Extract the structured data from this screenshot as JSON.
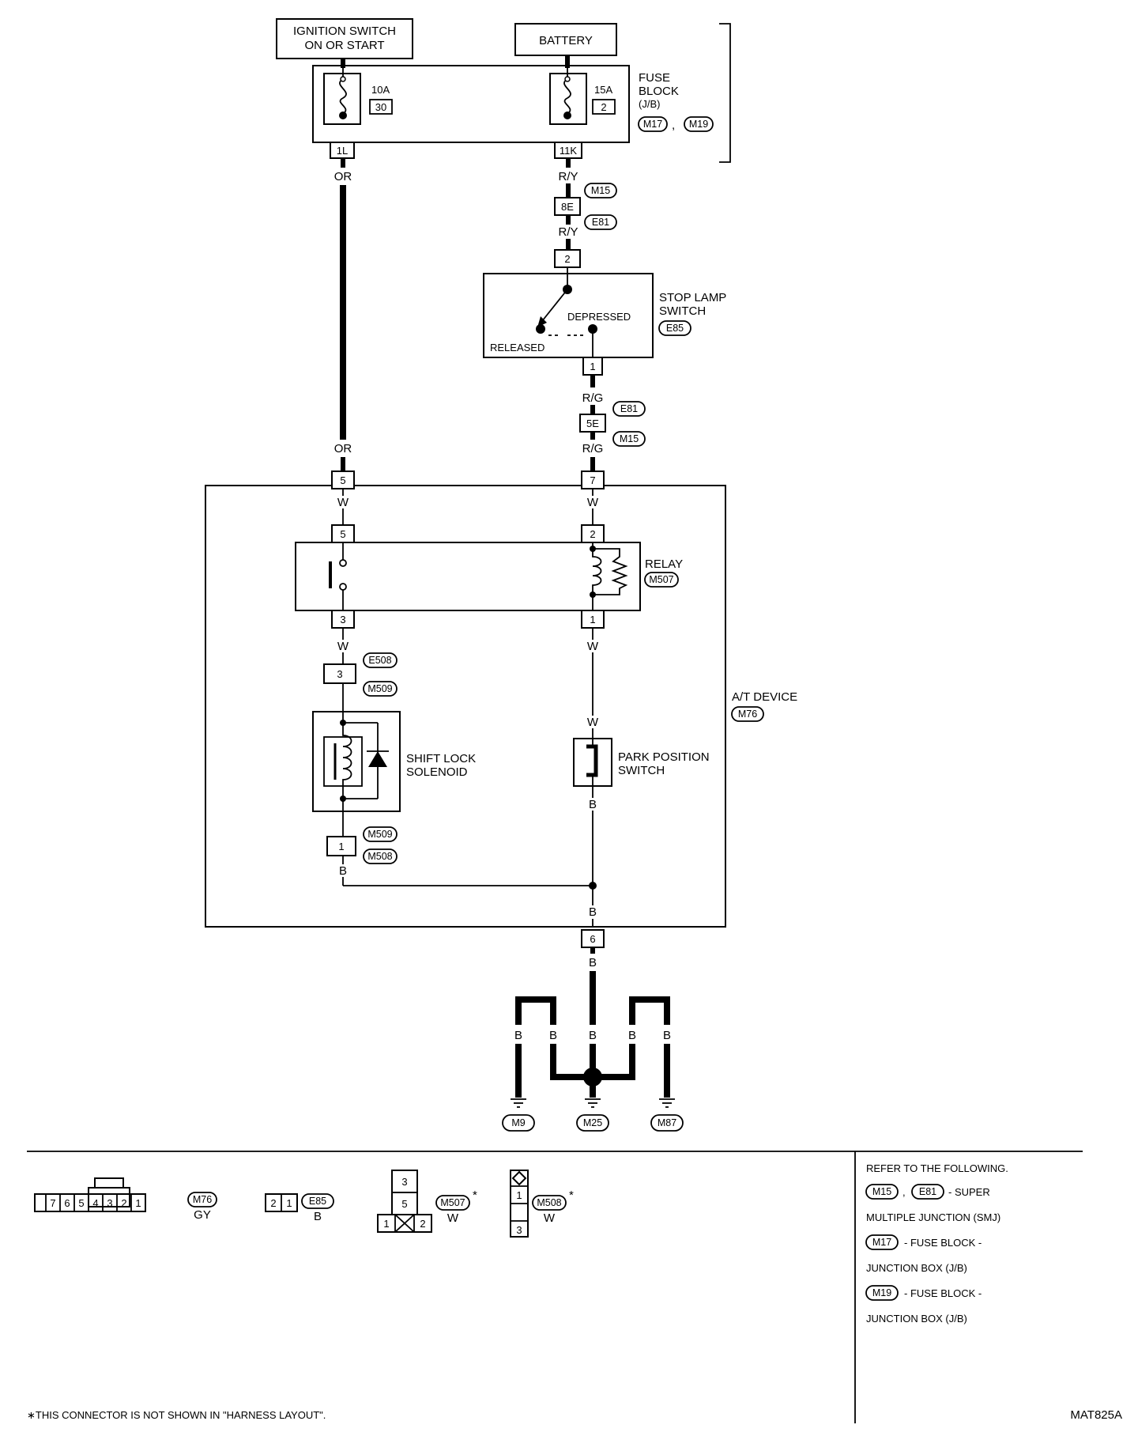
{
  "power": {
    "ignition_switch": "IGNITION SWITCH\nON OR START",
    "battery": "BATTERY"
  },
  "fuse_block": {
    "label": "FUSE\nBLOCK\n(J/B)",
    "connectors": [
      "M17",
      "M19"
    ],
    "fuse_left": {
      "rating": "10A",
      "number": "30",
      "terminal": "1L"
    },
    "fuse_right": {
      "rating": "15A",
      "number": "2",
      "terminal": "11K"
    }
  },
  "wire_colors": {
    "or": "OR",
    "ry": "R/Y",
    "rg": "R/G",
    "w": "W",
    "b": "B"
  },
  "smj": {
    "top_terminal": "8E",
    "top_connectors": [
      "M15",
      "E81"
    ],
    "bottom_terminal": "5E",
    "bottom_connectors": [
      "E81",
      "M15"
    ]
  },
  "stop_lamp_switch": {
    "label": "STOP LAMP\nSWITCH",
    "connector": "E85",
    "top_pin": "2",
    "bottom_pin": "1",
    "depressed": "DEPRESSED",
    "released": "RELEASED"
  },
  "at_device": {
    "label": "A/T DEVICE",
    "connector": "M76",
    "pins": {
      "left_in": "5",
      "right_in": "7",
      "ground": "6"
    }
  },
  "relay": {
    "label": "RELAY",
    "connector": "M507",
    "pins": {
      "tl": "5",
      "tr": "2",
      "bl": "3",
      "br": "1"
    }
  },
  "shift_lock_solenoid": {
    "label": "SHIFT LOCK\nSOLENOID",
    "top_pin": "3",
    "bottom_pin": "1",
    "top_connectors": [
      "E508",
      "M509"
    ],
    "bottom_connectors": [
      "M509",
      "M508"
    ]
  },
  "park_position_switch": {
    "label": "PARK POSITION\nSWITCH"
  },
  "grounds": [
    "M9",
    "M25",
    "M87"
  ],
  "legend": {
    "m76": {
      "pins": [
        "7",
        "6",
        "5",
        "4",
        "3",
        "2",
        "1"
      ],
      "id": "M76",
      "color": "GY"
    },
    "e85": {
      "pins": [
        "2",
        "1"
      ],
      "id": "E85",
      "color": "B"
    },
    "m507": {
      "pins": [
        "3",
        "5",
        "1",
        "2"
      ],
      "id": "M507",
      "color": "W",
      "star": "*"
    },
    "m508": {
      "pins": [
        "1",
        "3"
      ],
      "id": "M508",
      "color": "W",
      "star": "*"
    }
  },
  "refer": {
    "heading": "REFER TO THE FOLLOWING.",
    "line1_tags": [
      "M15",
      "E81"
    ],
    "line1_text": "- SUPER",
    "line2_text": "MULTIPLE JUNCTION (SMJ)",
    "line3_tag": "M17",
    "line3_text": "- FUSE BLOCK -",
    "line4_text": "JUNCTION BOX (J/B)",
    "line5_tag": "M19",
    "line5_text": "- FUSE BLOCK -",
    "line6_text": "JUNCTION BOX (J/B)"
  },
  "footnote": "∗THIS CONNECTOR IS NOT SHOWN IN \"HARNESS LAYOUT\".",
  "figure_code": "MAT825A"
}
